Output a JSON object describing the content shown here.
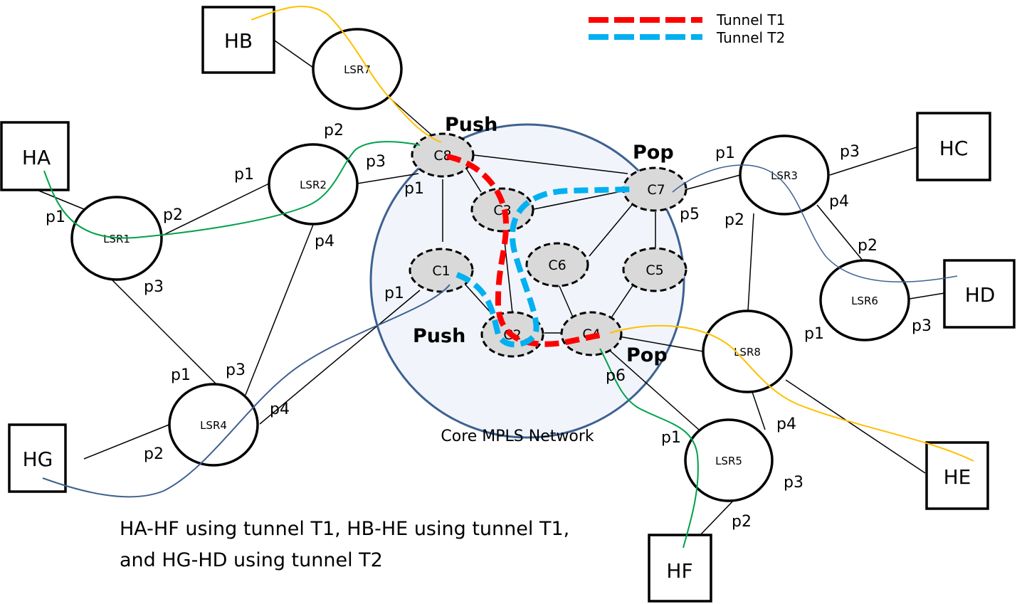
{
  "legend": {
    "items": [
      {
        "label": "Tunnel T1",
        "color": "#ff0000"
      },
      {
        "label": "Tunnel T2",
        "color": "#00b0f0"
      }
    ]
  },
  "core": {
    "label": "Core MPLS Network",
    "fill": "#f1f5fb",
    "border": "#3e6191"
  },
  "hosts": {
    "HA": "HA",
    "HB": "HB",
    "HC": "HC",
    "HD": "HD",
    "HE": "HE",
    "HF": "HF",
    "HG": "HG"
  },
  "lsrs": {
    "LSR1": "LSR1",
    "LSR2": "LSR2",
    "LSR3": "LSR3",
    "LSR4": "LSR4",
    "LSR5": "LSR5",
    "LSR6": "LSR6",
    "LSR7": "LSR7",
    "LSR8": "LSR8"
  },
  "core_nodes": {
    "C1": "C1",
    "C2": "C2",
    "C3": "C3",
    "C4": "C4",
    "C5": "C5",
    "C6": "C6",
    "C7": "C7",
    "C8": "C8"
  },
  "actions": {
    "push_c8": "Push",
    "push_c2": "Push",
    "pop_c7": "Pop",
    "pop_c4": "Pop"
  },
  "ports": {
    "ha_lsr1_p1": "p1",
    "lsr1_p2": "p2",
    "lsr1_p3": "p3",
    "lsr2_p1": "p1",
    "lsr2_p2": "p2",
    "lsr2_p3": "p3",
    "lsr2_p4": "p4",
    "c8_p1": "p1",
    "c1_p1": "p1",
    "lsr4_p1": "p1",
    "lsr4_p2": "p2",
    "lsr4_p3": "p3",
    "lsr4_p4": "p4",
    "lsr3_p1": "p1",
    "lsr3_p2": "p2",
    "lsr3_p3": "p3",
    "lsr3_p4": "p4",
    "c7_p5": "p5",
    "lsr6_p1": "p1",
    "lsr6_p2": "p2",
    "lsr6_p3": "p3",
    "c4_p6": "p6",
    "lsr5_p1": "p1",
    "lsr5_p2": "p2",
    "lsr5_p3": "p3",
    "lsr5_p4": "p4"
  },
  "flows": [
    {
      "name": "HA-HF",
      "color": "#00a14b"
    },
    {
      "name": "HB-HE",
      "color": "#ffc000"
    },
    {
      "name": "HG-HD",
      "color": "#3e6191"
    }
  ],
  "caption": {
    "line1": "HA-HF using tunnel T1, HB-HE using tunnel T1,",
    "line2": "and HG-HD using tunnel T2"
  }
}
